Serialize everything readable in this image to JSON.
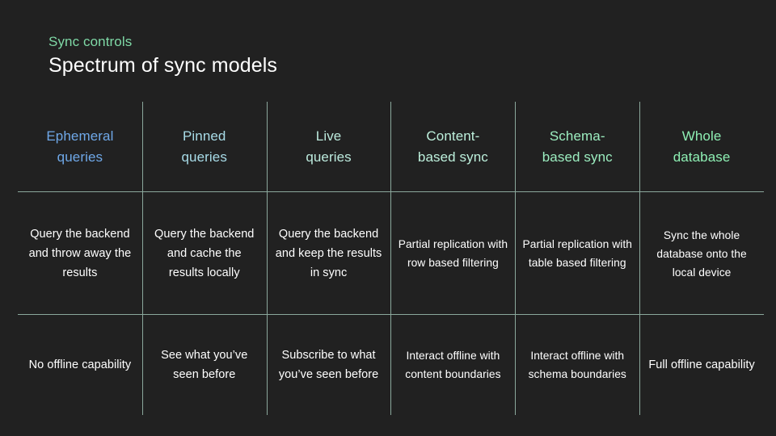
{
  "header": {
    "eyebrow": "Sync controls",
    "eyebrow_color": "#7fd9a6",
    "title": "Spectrum of sync models",
    "title_color": "#ffffff"
  },
  "theme": {
    "background": "#212121",
    "rule_color": "#8ba89c",
    "body_text_color": "#ffffff"
  },
  "table": {
    "columns": [
      {
        "header": "Ephemeral\nqueries",
        "header_line1": "Ephemeral",
        "header_line2": "queries",
        "color": "#6fa8e8",
        "description": "Query the backend and throw away the results",
        "offline": "No offline capability"
      },
      {
        "header": "Pinned\nqueries",
        "header_line1": "Pinned",
        "header_line2": "queries",
        "color": "#a8dce8",
        "description": "Query the backend and cache the results locally",
        "offline": "See what you’ve seen before"
      },
      {
        "header": "Live\nqueries",
        "header_line1": "Live",
        "header_line2": "queries",
        "color": "#bceadd",
        "description": "Query the backend and keep the results in sync",
        "offline": "Subscribe to what you’ve seen before"
      },
      {
        "header": "Content-\nbased sync",
        "header_line1": "Content-",
        "header_line2": "based sync",
        "color": "#bdf0dc",
        "description": "Partial replication with row based filtering",
        "offline": "Interact offline with content boundaries"
      },
      {
        "header": "Schema-\nbased sync",
        "header_line1": "Schema-",
        "header_line2": "based sync",
        "color": "#9ceec0",
        "description": "Partial replication with table based filtering",
        "offline": "Interact offline with schema boundaries"
      },
      {
        "header": "Whole\ndatabase",
        "header_line1": "Whole",
        "header_line2": "database",
        "color": "#8ef0b4",
        "description": "Sync the whole database onto the local device",
        "offline": "Full offline capability"
      }
    ]
  }
}
